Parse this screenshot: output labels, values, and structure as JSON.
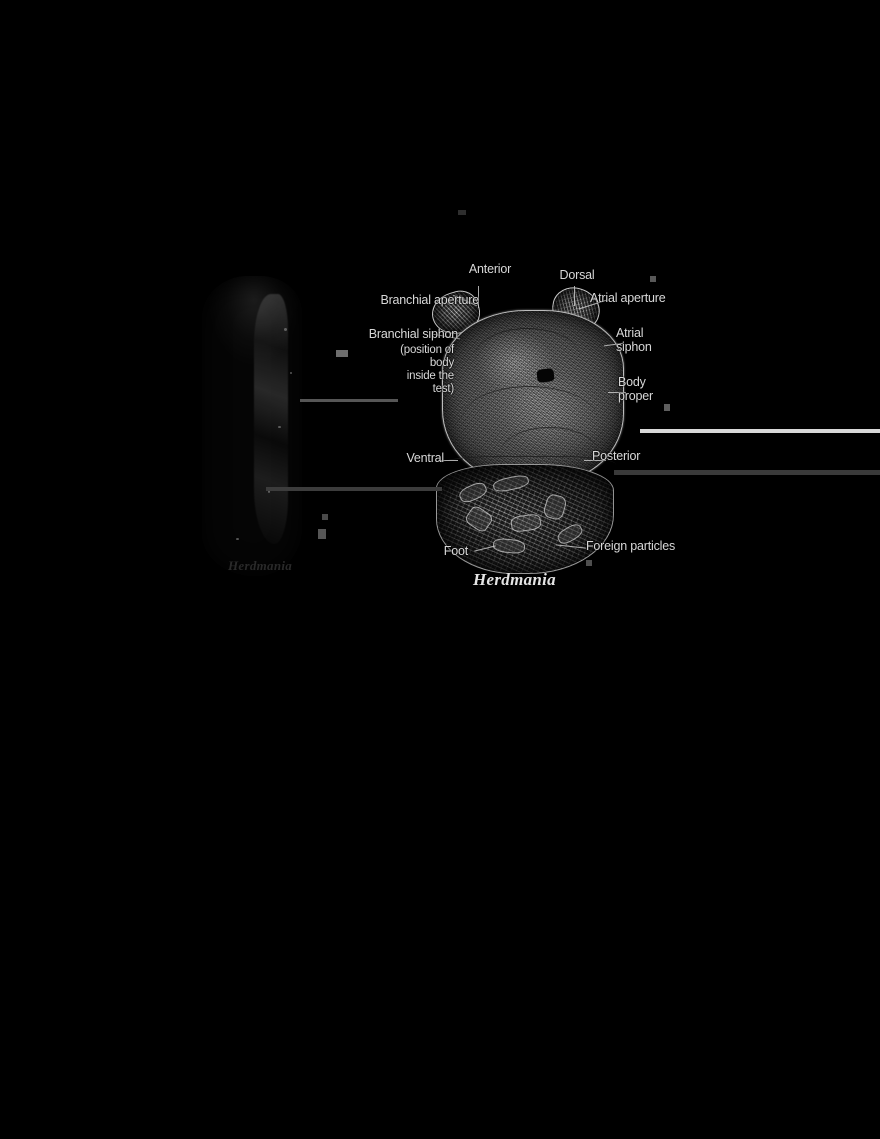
{
  "figure": {
    "background_color": "#000000",
    "ink_color": "#d8d8d8",
    "species_name": "Herdmania",
    "left_panel_caption": "Herdmania",
    "subject": "Herdmania external morphology"
  },
  "labels": {
    "anterior": "Anterior",
    "dorsal": "Dorsal",
    "branchial_aperture": "Branchial aperture",
    "atrial_aperture": "Atrial aperture",
    "branchial_siphon": "Branchial siphon",
    "atrial_siphon": "Atrial\nsiphon",
    "position_note_line1": "(position of",
    "position_note_line2": "body",
    "position_note_line3": "inside the",
    "position_note_line4": "test)",
    "body_proper": "Body\nproper",
    "ventral": "Ventral",
    "posterior": "Posterior",
    "foot": "Foot",
    "foreign_particles": "Foreign particles"
  },
  "chart_data": {
    "type": "diagram",
    "title": "Herdmania",
    "views": [
      {
        "name": "left-lateral-silhouette",
        "description": "Dark elongated lateral silhouette of whole animal",
        "caption": "Herdmania",
        "annotations": []
      },
      {
        "name": "right-labelled-view",
        "description": "Textured body with two siphons, body proper and encrusted foot",
        "annotations": [
          "Anterior",
          "Dorsal",
          "Branchial aperture",
          "Atrial aperture",
          "Branchial siphon",
          "Atrial siphon",
          "Body proper",
          "Ventral",
          "Posterior",
          "Foot",
          "Foreign particles"
        ]
      }
    ]
  }
}
